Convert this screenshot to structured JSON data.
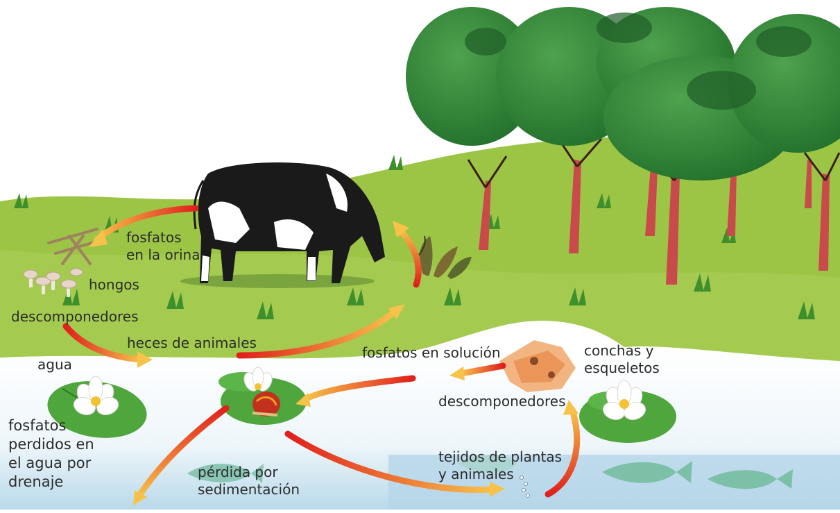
{
  "labels": {
    "urine_phosphates": [
      "fosfatos",
      "en la orina"
    ],
    "fungi": "hongos",
    "land_decomposers": "descomponedores",
    "animal_feces": "heces de animales",
    "water": "agua",
    "drainage_loss": [
      "fosfatos",
      "perdidos en",
      "el agua por",
      "drenaje"
    ],
    "sedimentation_loss": [
      "pérdida por",
      "sedimentación"
    ],
    "dissolved_phosphates": "fosfatos en solución",
    "shells_skeletons": [
      "conchas y",
      "esqueletos"
    ],
    "water_decomposers": "descomponedores",
    "tissues": [
      "tejidos de plantas",
      "y animales"
    ]
  },
  "colors": {
    "grass": "#9cc545",
    "water": "#dcecf4",
    "tree_canopy": "#2f8a3a",
    "trunk": "#c84a4a",
    "arrow_start": "#e0201c",
    "arrow_end": "#f7c24a",
    "lily_pad": "#4ea63c",
    "fish": "#7cc0a8"
  },
  "icons": [
    "cow-icon",
    "tree-icon",
    "mushroom-icon",
    "water-lily-icon",
    "snail-icon",
    "fish-icon",
    "shell-icon",
    "plant-icon",
    "debris-icon",
    "arrow-icon"
  ]
}
